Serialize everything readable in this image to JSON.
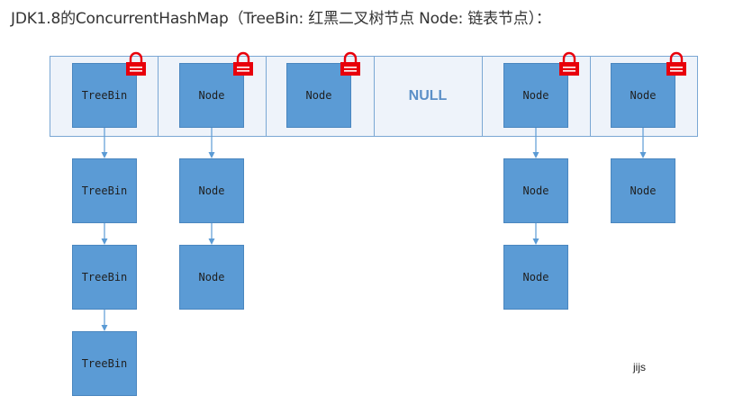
{
  "title": "JDK1.8的ConcurrentHashMap（TreeBin: 红黑二叉树节点 Node: 链表节点）：",
  "buckets": [
    {
      "label": "TreeBin",
      "locked": true
    },
    {
      "label": "Node",
      "locked": true
    },
    {
      "label": "Node",
      "locked": true
    },
    {
      "label": "NULL",
      "locked": false
    },
    {
      "label": "Node",
      "locked": true
    },
    {
      "label": "Node",
      "locked": true
    }
  ],
  "chains": [
    [
      "TreeBin",
      "TreeBin",
      "TreeBin"
    ],
    [
      "Node",
      "Node"
    ],
    [],
    [],
    [
      "Node",
      "Node"
    ],
    [
      "Node"
    ]
  ],
  "watermark": "jijs",
  "colors": {
    "node_fill": "#5b9bd5",
    "bucket_row_fill": "#eef3fa",
    "lock_red": "#e8000b",
    "arrow_blue": "#5b9bd5"
  }
}
